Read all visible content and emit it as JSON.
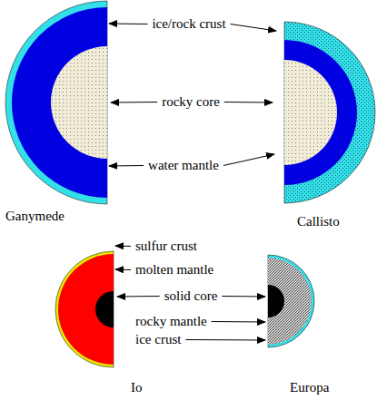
{
  "diagram": {
    "labels": [
      "ice/rock crust",
      "rocky core",
      "water mantle",
      "Ganymede",
      "Callisto",
      "sulfur crust",
      "molten mantle",
      "solid core",
      "rocky mantle",
      "ice crust",
      "Io",
      "Europa"
    ]
  }
}
